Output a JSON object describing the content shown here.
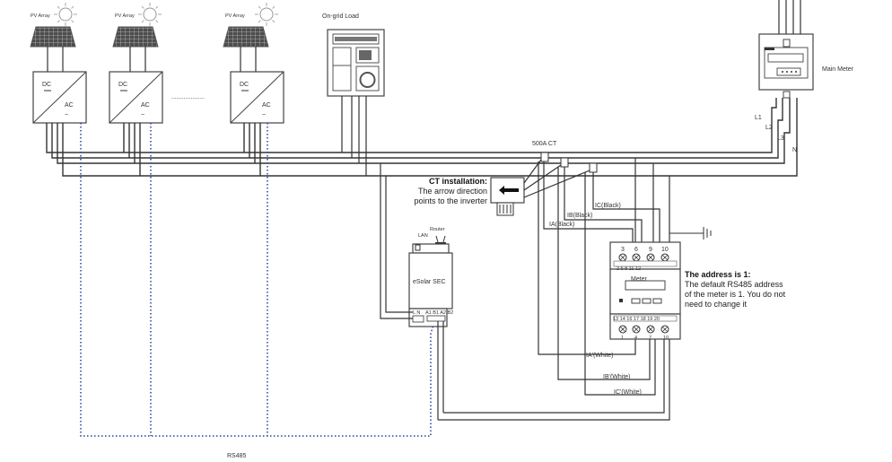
{
  "pv": {
    "array_label": "PV Array",
    "inverters": [
      {
        "dc": "DC",
        "ac": "AC"
      },
      {
        "dc": "DC",
        "ac": "AC"
      },
      {
        "dc": "DC",
        "ac": "AC"
      }
    ],
    "ellipsis": "..................."
  },
  "load": {
    "title": "On-grid Load"
  },
  "main_meter": {
    "label": "Main Meter"
  },
  "lines": {
    "l1": "L1",
    "l2": "L2",
    "l3": "L3",
    "n": "N"
  },
  "ct": {
    "title": "500A CT",
    "install_heading": "CT installation:",
    "install_text_1": "The arrow direction",
    "install_text_2": "points to the inverter",
    "wire_ic": "IC(Black)",
    "wire_ib": "IB(Black)",
    "wire_ia": "IA(Black)",
    "wire_ia2": "IA'(White)",
    "wire_ib2": "IB'(White)",
    "wire_ic2": "IC'(White)"
  },
  "esolar": {
    "name": "eSolar SEC",
    "router": "Router",
    "lan": "LAN",
    "terminals": "L N",
    "rs_terminals": "A1 B1 A2 B2"
  },
  "meter": {
    "name": "Meter",
    "top_terminals": [
      "3",
      "6",
      "9",
      "10"
    ],
    "top_small": "2 5 8 11 12",
    "bottom_small": "13 14 16 17 18 19 20",
    "bottom_terminals": [
      "1",
      "4",
      "7",
      "10"
    ],
    "address_heading": "The address is 1:",
    "address_text_1": "The default RS485 address",
    "address_text_2": "of the meter is 1. You do not",
    "address_text_3": "need to change it"
  },
  "rs485": {
    "label": "RS485"
  }
}
